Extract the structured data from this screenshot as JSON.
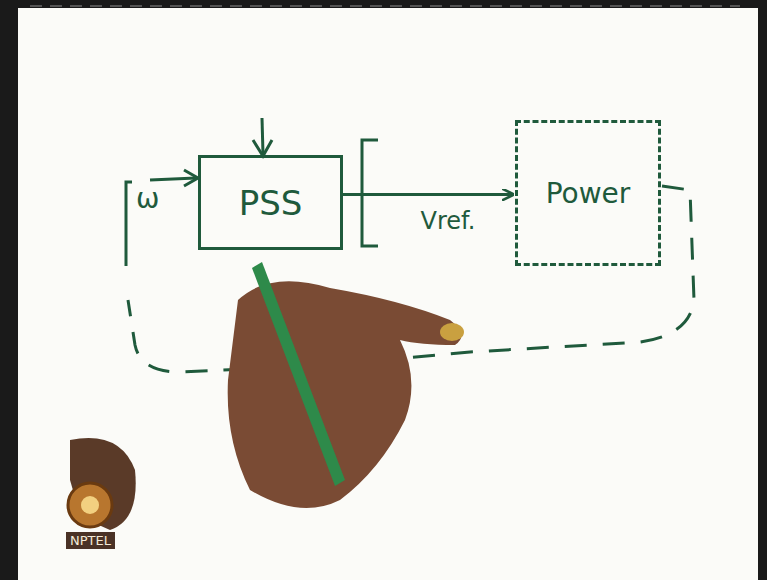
{
  "diagram": {
    "nodes": [
      {
        "text": [
          "PSS"
        ]
      },
      {
        "text": [
          "Power"
        ]
      }
    ],
    "edges": [
      {
        "from": 0,
        "to": 1,
        "arrow": "to",
        "label": "Vref."
      }
    ],
    "labels": [
      "ω",
      "NPTEL"
    ]
  }
}
